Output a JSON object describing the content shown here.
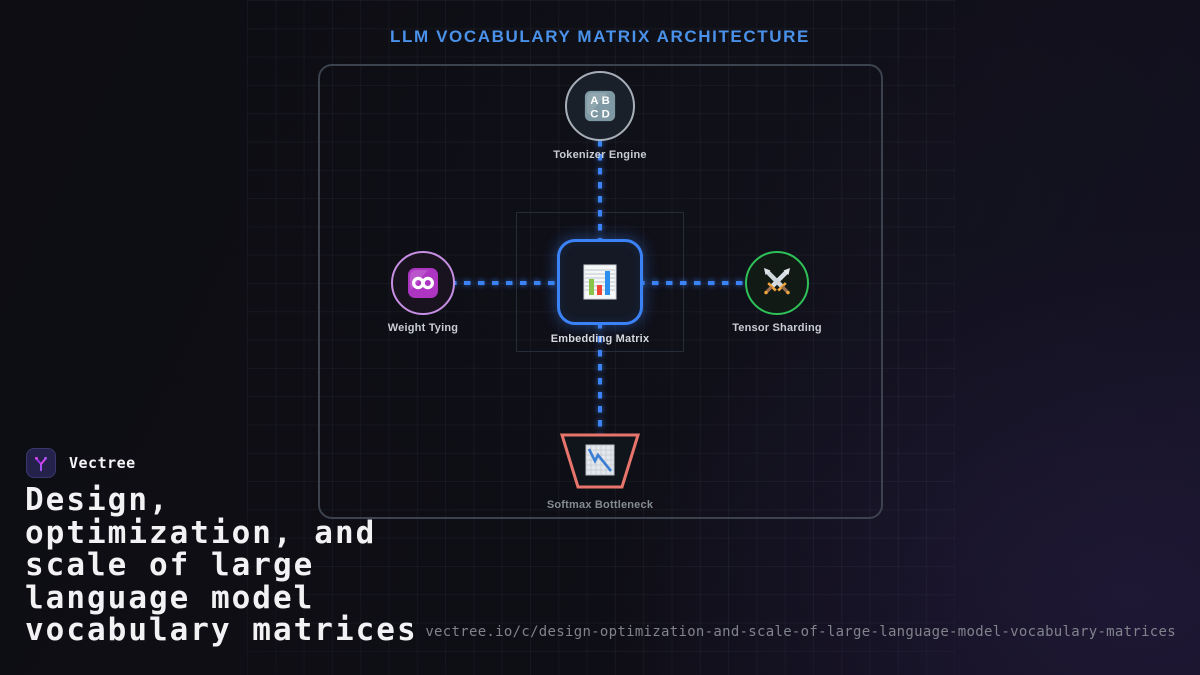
{
  "diagram": {
    "title": "LLM VOCABULARY MATRIX ARCHITECTURE",
    "title_color": "#4a91e9",
    "connector_color": "#3b82f6",
    "frame_border_color": "#3c434e",
    "nodes": {
      "tokenizer": {
        "label": "Tokenizer Engine",
        "icon": "abcd-tokens-icon",
        "border_color": "#a7afb9",
        "shape": "circle"
      },
      "weight_tying": {
        "label": "Weight Tying",
        "icon": "infinity-icon",
        "border_color": "#c78fe3",
        "shape": "circle"
      },
      "embedding": {
        "label": "Embedding Matrix",
        "icon": "bar-chart-icon",
        "border_color": "#3b82f6",
        "shape": "rounded-square"
      },
      "tensor_sharding": {
        "label": "Tensor Sharding",
        "icon": "crossed-swords-icon",
        "border_color": "#2ec158",
        "shape": "circle"
      },
      "softmax": {
        "label": "Softmax Bottleneck",
        "icon": "downtrend-chart-icon",
        "border_color": "#e8756b",
        "shape": "trapezoid-funnel"
      }
    },
    "tokenizer_icon_letters": [
      "A",
      "B",
      "C",
      "D"
    ]
  },
  "brand": {
    "name": "Vectree",
    "logo_icon": "vectree-branch-icon",
    "logo_bg": "#24224a",
    "logo_accent": "#b44df0"
  },
  "headline": {
    "lines": [
      "Design,",
      "optimization, and",
      "scale of large",
      "language model",
      "vocabulary matrices"
    ]
  },
  "footer": {
    "url": "vectree.io/c/design-optimization-and-scale-of-large-language-model-vocabulary-matrices"
  }
}
